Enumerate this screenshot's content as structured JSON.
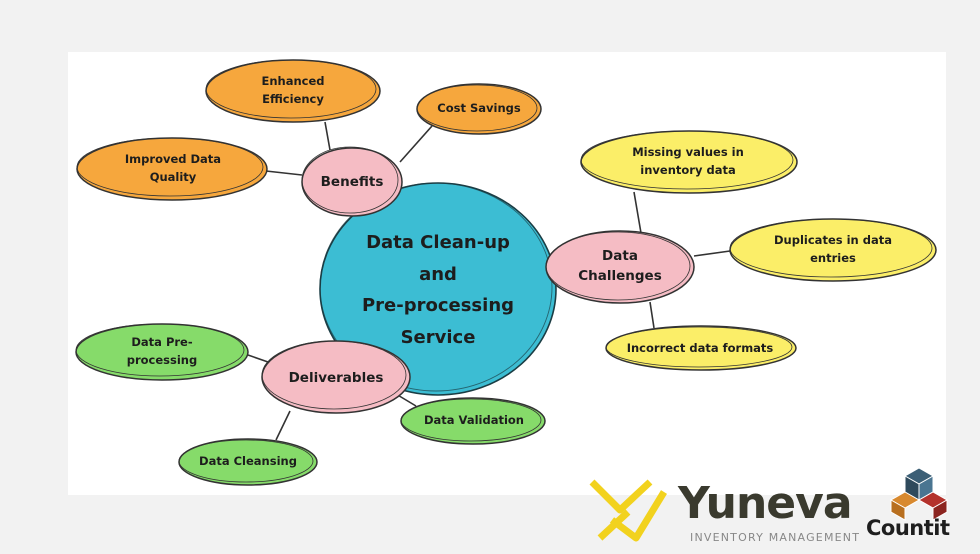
{
  "center": {
    "title": "Data Clean-up and Pre-processing Service",
    "lines": [
      "Data Clean-up",
      "and",
      "Pre-processing",
      "Service"
    ]
  },
  "hubs": {
    "benefits": "Benefits",
    "challenges": [
      "Data",
      "Challenges"
    ],
    "deliverables": "Deliverables"
  },
  "benefits": {
    "enhanced_efficiency": [
      "Enhanced",
      "Efficiency"
    ],
    "cost_savings": "Cost Savings",
    "improved_data_quality": [
      "Improved Data",
      "Quality"
    ]
  },
  "challenges": {
    "missing_values": [
      "Missing values in",
      "inventory data"
    ],
    "duplicates": [
      "Duplicates in data",
      "entries"
    ],
    "incorrect_formats": "Incorrect data formats"
  },
  "deliverables": {
    "pre_processing": [
      "Data Pre-",
      "processing"
    ],
    "validation": "Data Validation",
    "cleansing": "Data Cleansing"
  },
  "branding": {
    "yuneva": "Yuneva",
    "yuneva_sub": "INVENTORY MANAGEMENT",
    "countit": "Countit"
  },
  "colors": {
    "center": "#3cbdd3",
    "hub": "#f5bcc4",
    "benefit": "#f6a73d",
    "challenge": "#fbee68",
    "deliverable": "#86db6a",
    "logo_gold": "#f2d21e",
    "logo_dark": "#3a3a2e"
  }
}
